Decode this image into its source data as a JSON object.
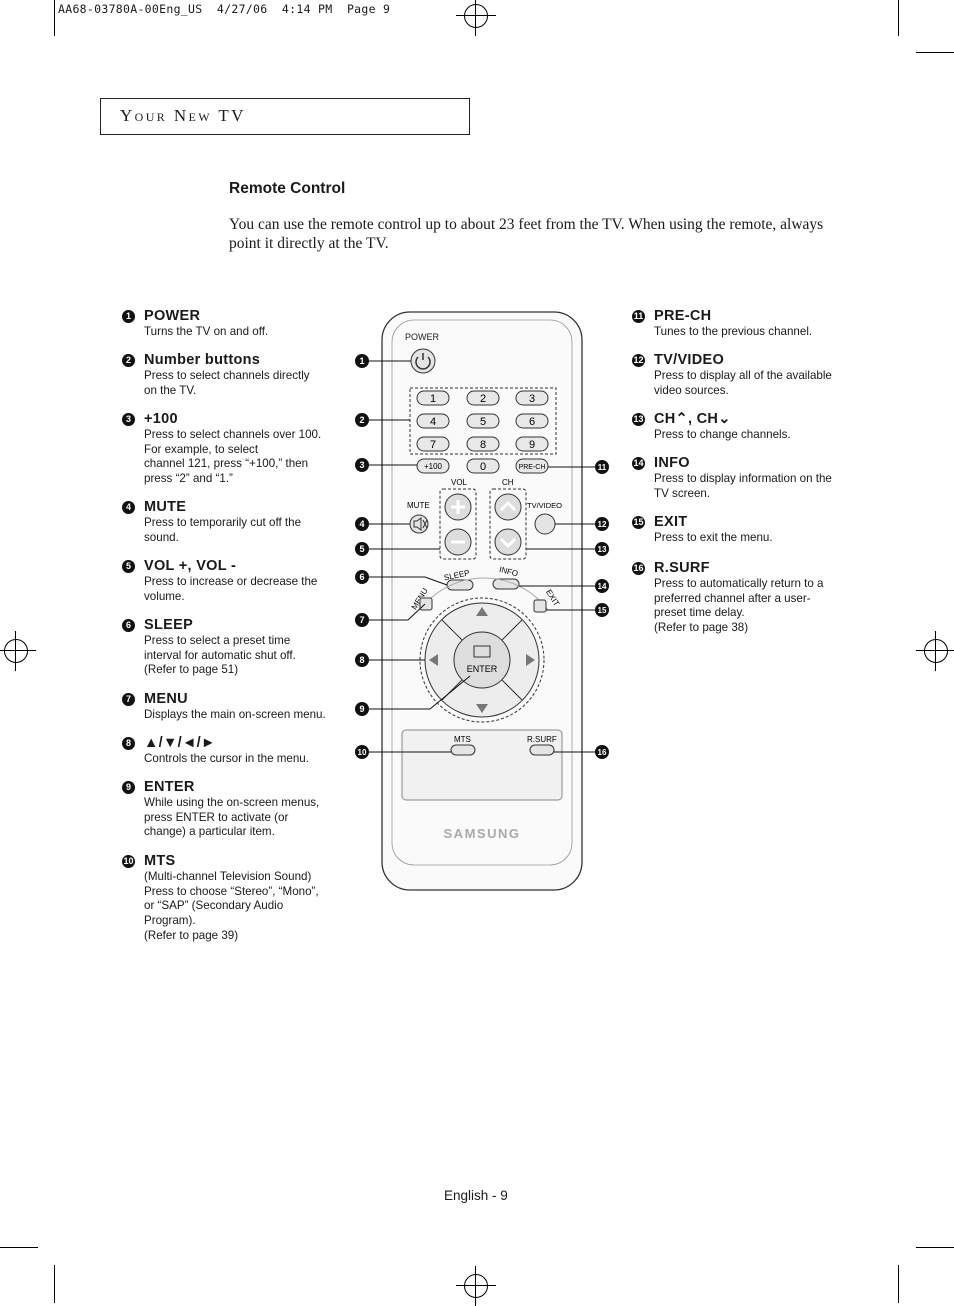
{
  "print_header": "AA68-03780A-00Eng_US  4/27/06  4:14 PM  Page 9",
  "page_title": "Your New TV",
  "section_title": "Remote Control",
  "intro": "You can use the remote control up to about 23 feet from the TV. When using the remote, always point it directly at the TV.",
  "items_left": [
    {
      "num": "1",
      "name": "POWER",
      "desc": "Turns the TV on and off."
    },
    {
      "num": "2",
      "name": "Number buttons",
      "desc": "Press to select channels directly\non the TV."
    },
    {
      "num": "3",
      "name": "+100",
      "desc": "Press to select channels over 100.\nFor example, to select\nchannel 121, press “+100,” then\npress “2” and “1.”"
    },
    {
      "num": "4",
      "name": "MUTE",
      "desc": "Press to temporarily cut off the\nsound."
    },
    {
      "num": "5",
      "name": "VOL +, VOL -",
      "desc": "Press to increase or decrease the\nvolume."
    },
    {
      "num": "6",
      "name": "SLEEP",
      "desc": "Press to select a preset time\ninterval for automatic shut off.\n(Refer to page 51)"
    },
    {
      "num": "7",
      "name": "MENU",
      "desc": "Displays the main on-screen menu."
    },
    {
      "num": "8",
      "name": "▲/▼/◄/►",
      "desc": "Controls the cursor in the menu."
    },
    {
      "num": "9",
      "name": "ENTER",
      "desc": "While using the on-screen menus,\npress ENTER to activate (or\nchange) a particular item."
    },
    {
      "num": "10",
      "name": "MTS",
      "desc": "(Multi-channel Television Sound)\nPress to choose “Stereo”, “Mono”,\nor “SAP” (Secondary Audio\nProgram).\n(Refer to page 39)"
    }
  ],
  "items_right": [
    {
      "num": "11",
      "name": "PRE-CH",
      "desc": "Tunes to the previous channel."
    },
    {
      "num": "12",
      "name": "TV/VIDEO",
      "desc": "Press to display all of the available\nvideo sources."
    },
    {
      "num": "13",
      "name": "CH⌃, CH⌄",
      "desc": "Press to change channels."
    },
    {
      "num": "14",
      "name": "INFO",
      "desc": "Press to display information on the\nTV screen."
    },
    {
      "num": "15",
      "name": "EXIT",
      "desc": "Press to exit the menu."
    },
    {
      "num": "16",
      "name": "R.SURF",
      "desc": "Press to automatically return to a\npreferred channel after a user-\npreset time delay.\n(Refer to page 38)"
    }
  ],
  "remote": {
    "power": "POWER",
    "digits": [
      "1",
      "2",
      "3",
      "4",
      "5",
      "6",
      "7",
      "8",
      "9",
      "0"
    ],
    "plus100": "+100",
    "prech": "PRE-CH",
    "vol": "VOL",
    "ch": "CH",
    "mute": "MUTE",
    "tvvideo": "TV/VIDEO",
    "sleep": "SLEEP",
    "info": "INFO",
    "menu": "MENU",
    "exit": "EXIT",
    "enter": "ENTER",
    "mts": "MTS",
    "rsurf": "R.SURF",
    "brand": "SAMSUNG"
  },
  "footer": "English - 9"
}
